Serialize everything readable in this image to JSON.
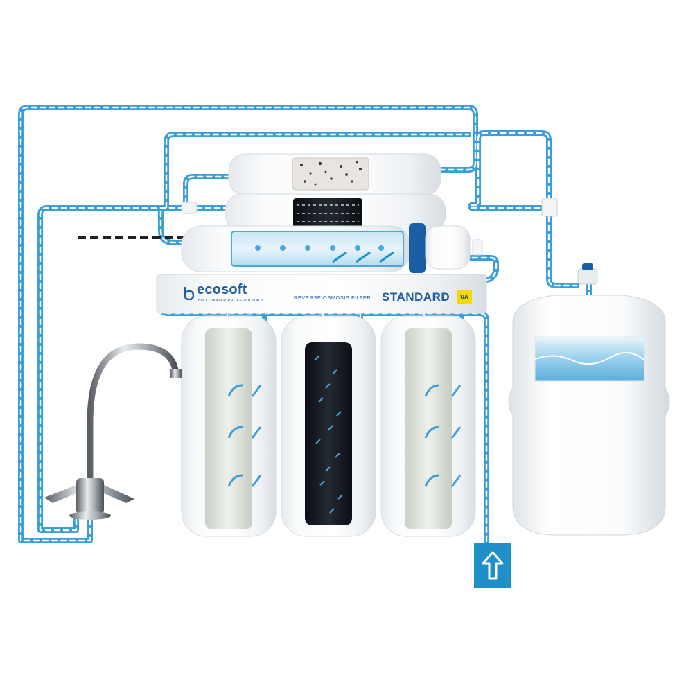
{
  "brand": {
    "name": "ecosoft",
    "tagline": "BWT · WATER PROFESSIONALS"
  },
  "unit": {
    "subtitle": "REVERSE OSMOSIS FILTER",
    "model": "STANDARD",
    "badge": "UA"
  },
  "icons": {
    "inlet": "up-arrow-icon",
    "brand": "ecosoft-logo-icon"
  },
  "colors": {
    "flow": "#3a9fd9",
    "flow_dark": "#1f8fc8",
    "brand": "#1f5d9e",
    "badge": "#f6d900",
    "drain": "#222222"
  }
}
